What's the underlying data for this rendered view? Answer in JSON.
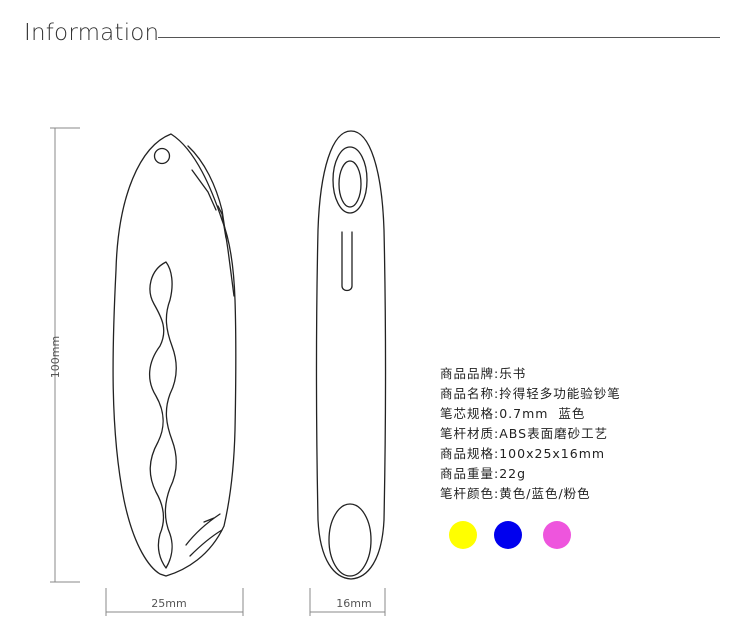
{
  "header": {
    "title": "Information"
  },
  "dimensions": {
    "length_label": "100mm",
    "width_label": "25mm",
    "thickness_label": "16mm"
  },
  "specs": [
    {
      "label": "商品品牌",
      "value": "乐书"
    },
    {
      "label": "商品名称",
      "value": "拎得轻多功能验钞笔"
    },
    {
      "label": "笔芯规格",
      "value": "0.7mm  蓝色"
    },
    {
      "label": "笔杆材质",
      "value": "ABS表面磨砂工艺"
    },
    {
      "label": "商品规格",
      "value": "100x25x16mm"
    },
    {
      "label": "商品重量",
      "value": "22g"
    },
    {
      "label": "笔杆颜色",
      "value": "黄色/蓝色/粉色"
    }
  ],
  "color_swatches": [
    {
      "name": "yellow",
      "hex": "#ffff00"
    },
    {
      "name": "blue",
      "hex": "#0000ee"
    },
    {
      "name": "pink",
      "hex": "#ee55dd"
    }
  ]
}
